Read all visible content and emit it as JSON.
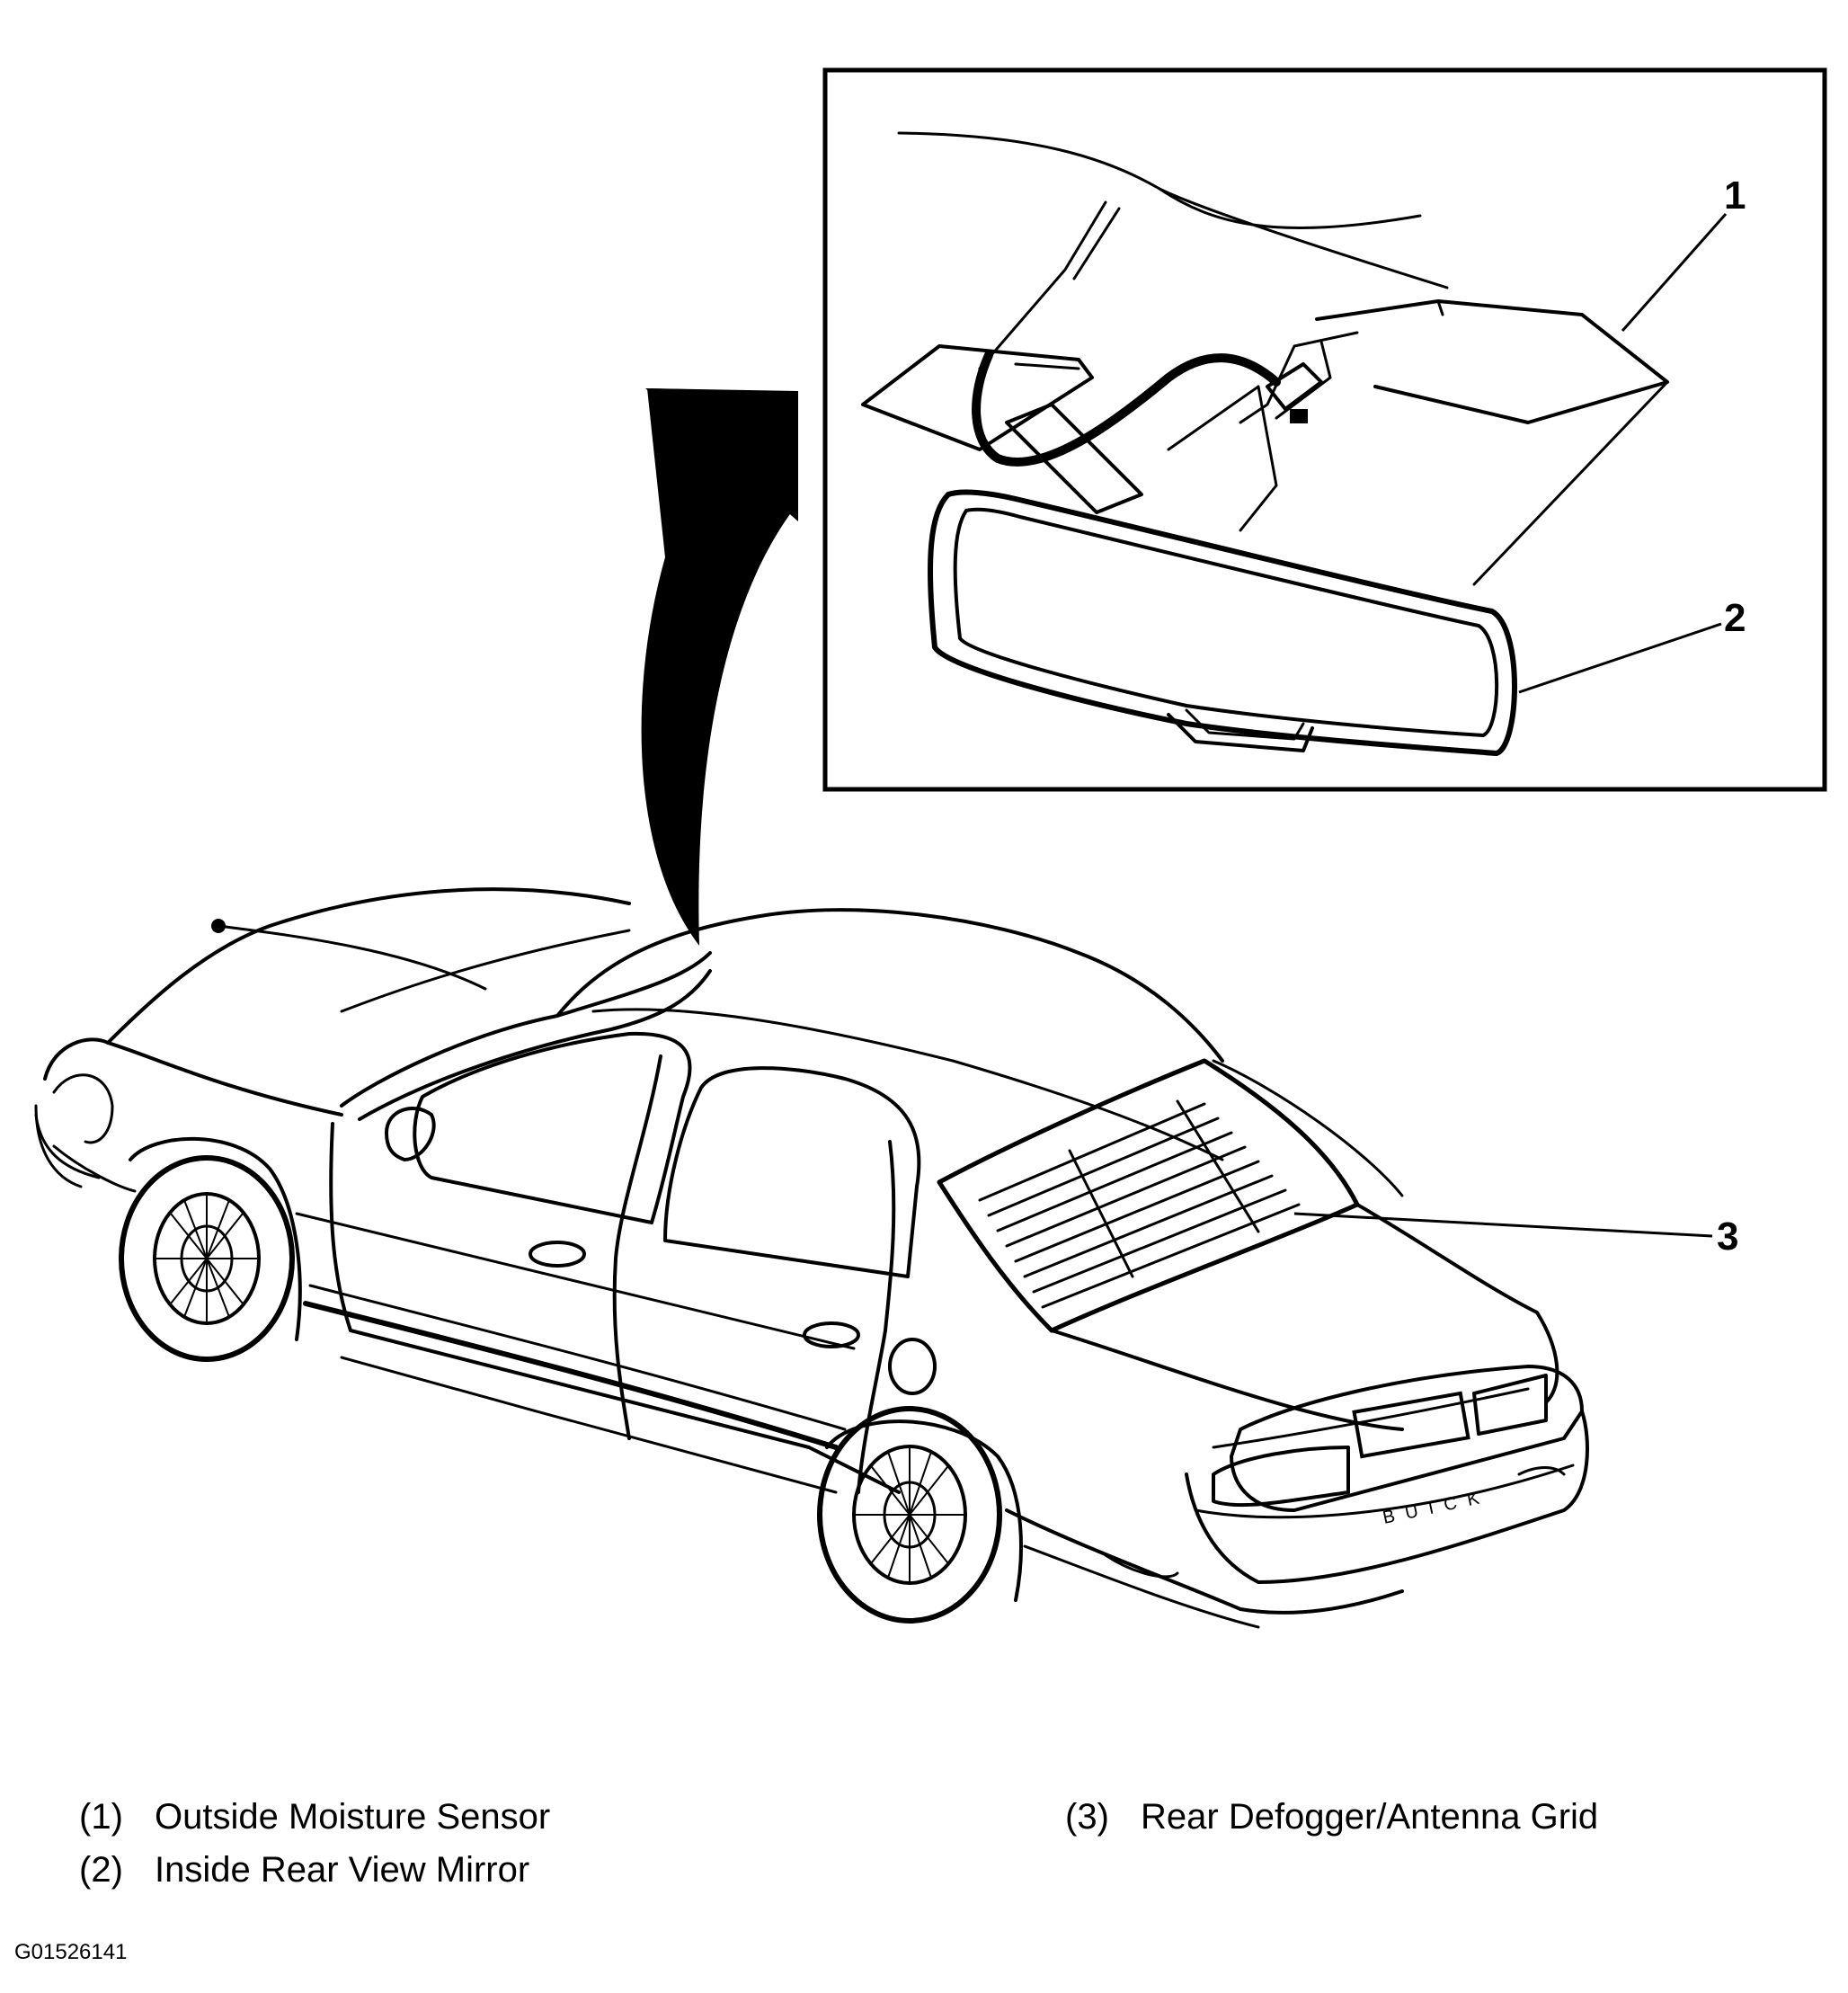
{
  "callouts": {
    "c1": "1",
    "c2": "2",
    "c3": "3"
  },
  "legend": {
    "items": [
      {
        "num": "(1)",
        "label": "Outside Moisture Sensor"
      },
      {
        "num": "(2)",
        "label": "Inside Rear View Mirror"
      },
      {
        "num": "(3)",
        "label": "Rear Defogger/Antenna Grid"
      }
    ]
  },
  "figure_id": "G01526141",
  "badge": "BUICK"
}
